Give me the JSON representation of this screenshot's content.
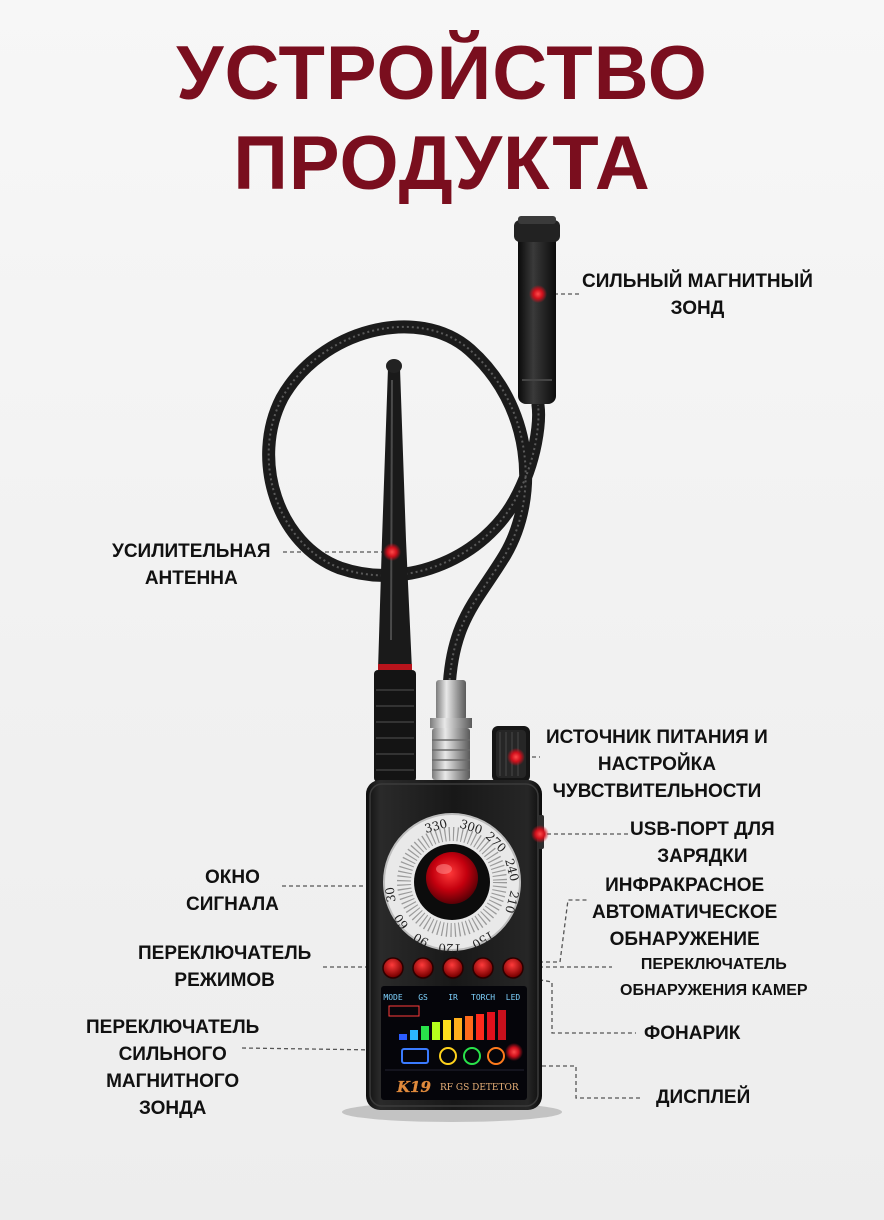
{
  "title": {
    "line1": "УСТРОЙСТВО",
    "line2": "ПРОДУКТА"
  },
  "labels": {
    "probe": [
      "СИЛЬНЫЙ МАГНИТНЫЙ",
      "ЗОНД"
    ],
    "antenna": [
      "УСИЛИТЕЛЬНАЯ",
      "АНТЕННА"
    ],
    "power": [
      "ИСТОЧНИК ПИТАНИЯ И",
      "НАСТРОЙКА",
      "ЧУВСТВИТЕЛЬНОСТИ"
    ],
    "usb": [
      "USB-ПОРТ ДЛЯ",
      "ЗАРЯДКИ"
    ],
    "window": [
      "ОКНО",
      "СИГНАЛА"
    ],
    "ir": [
      "ИНФРАКРАСНОЕ",
      "АВТОМАТИЧЕСКОЕ",
      "ОБНАРУЖЕНИЕ"
    ],
    "mode": [
      "ПЕРЕКЛЮЧАТЕЛЬ",
      "РЕЖИМОВ"
    ],
    "camera": [
      "ПЕРЕКЛЮЧАТЕЛЬ",
      "ОБНАРУЖЕНИЯ КАМЕР"
    ],
    "magnet_switch": [
      "ПЕРЕКЛЮЧАТЕЛЬ",
      "СИЛЬНОГО",
      "МАГНИТНОГО",
      "ЗОНДА"
    ],
    "torch": [
      "ФОНАРИК"
    ],
    "display": [
      "ДИСПЛЕЙ"
    ]
  },
  "device": {
    "dial_numbers": [
      "60",
      "90",
      "120",
      "150",
      "210",
      "240",
      "270",
      "300",
      "330",
      "30"
    ],
    "buttons": [
      "MODE",
      "GS",
      "IR",
      "TORCH",
      "LED"
    ],
    "screen_model": "K19",
    "screen_text": "RF GS DETETOR"
  },
  "colors": {
    "title": "#7a0e1e",
    "accent_red": "#d0101c"
  }
}
